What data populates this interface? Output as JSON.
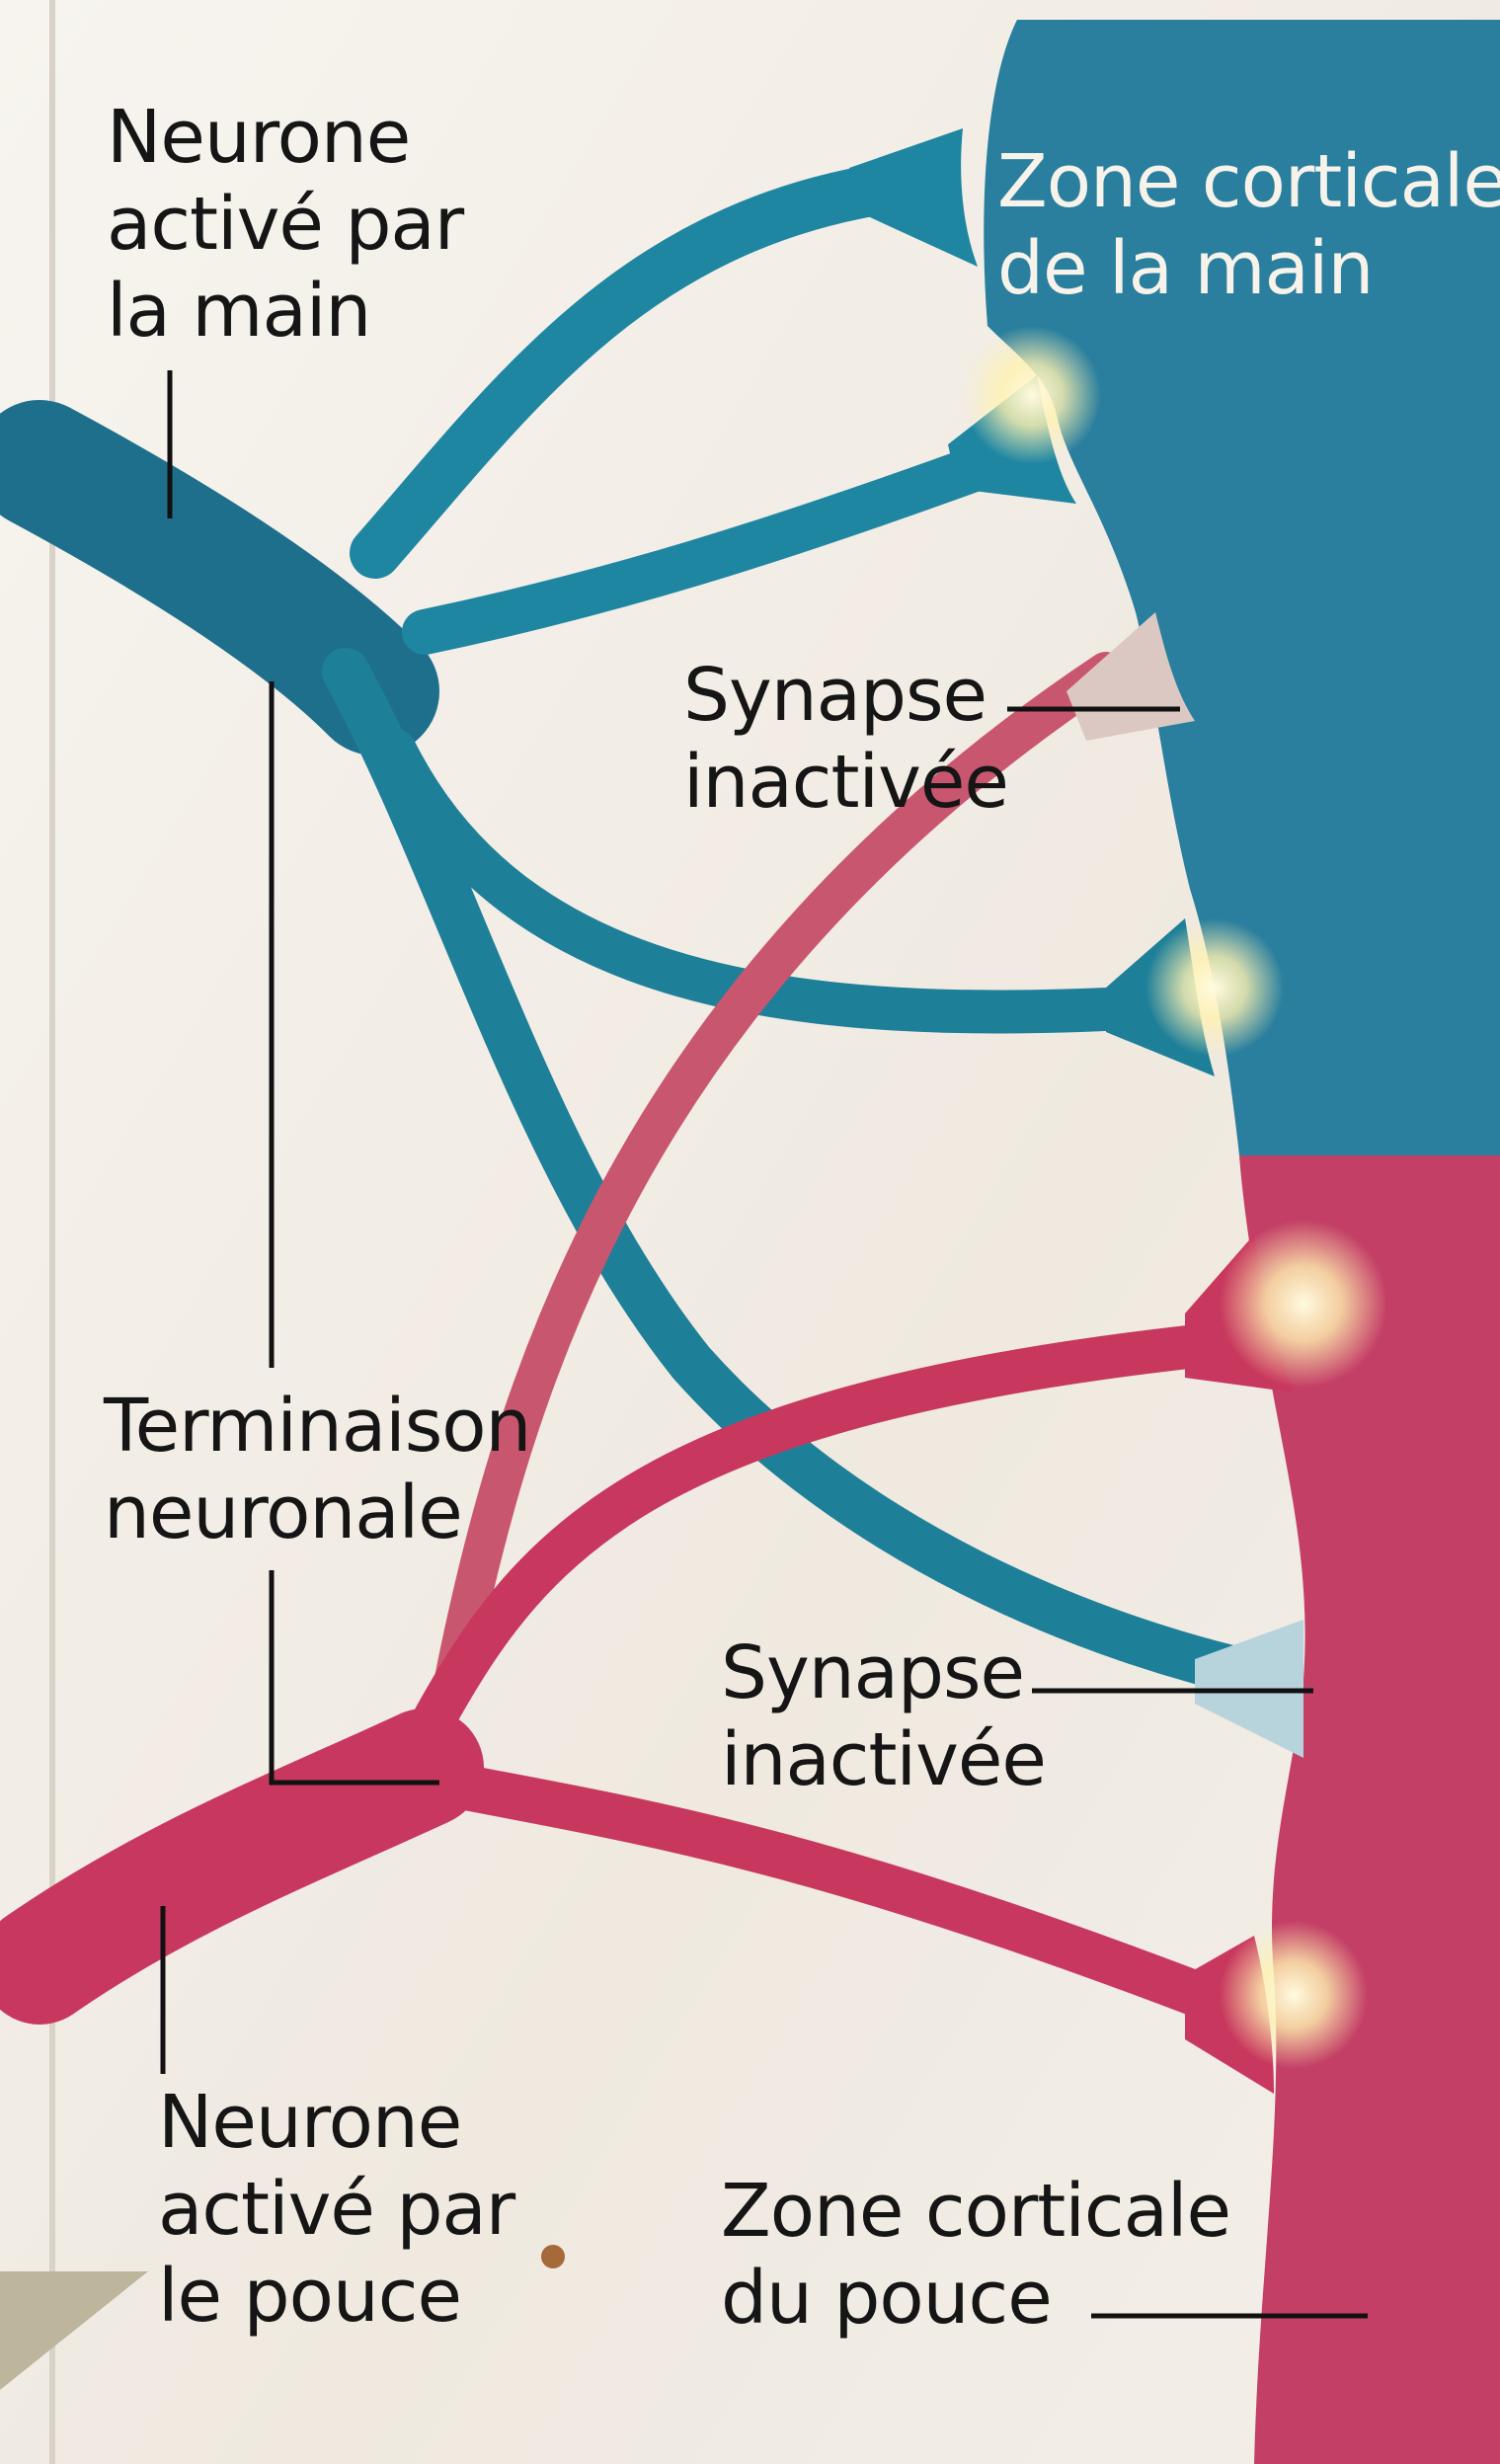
{
  "labels": {
    "neuron_hand": [
      "Neurone",
      "activé par",
      "la main"
    ],
    "zone_hand": [
      "Zone corticale",
      "de la main"
    ],
    "synapse_top": [
      "Synapse",
      "inactivée"
    ],
    "terminal": [
      "Terminaison",
      "neuronale"
    ],
    "synapse_bottom": [
      "Synapse",
      "inactivée"
    ],
    "neuron_thumb": [
      "Neurone",
      "activé par",
      "le pouce"
    ],
    "zone_thumb": [
      "Zone corticale",
      "du pouce"
    ]
  },
  "colors": {
    "background": "#f4f1ec",
    "hand_zone": "#2a7f9e",
    "thumb_zone": "#c33f66",
    "hand_neuron": "#1e7f99",
    "thumb_neuron": "#c8385e",
    "inactive_synapse": "#d9c6c0",
    "glow": "#fff6c8"
  }
}
